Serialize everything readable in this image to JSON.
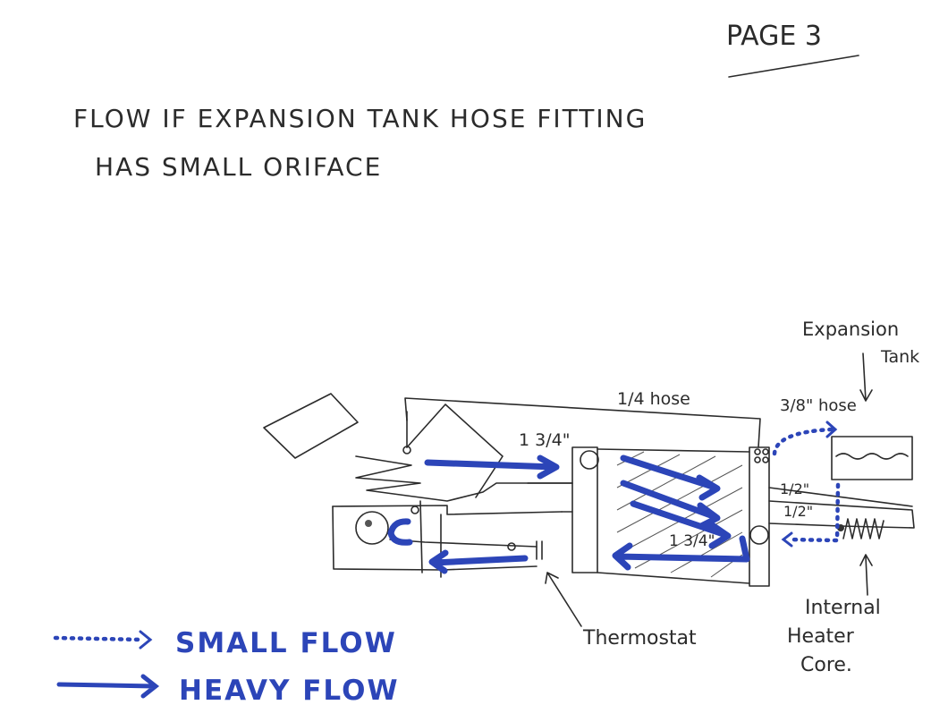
{
  "page_label": "PAGE 3",
  "title": {
    "line1": "FLOW IF EXPANSION TANK HOSE FITTING",
    "line2": "HAS SMALL ORIFACE"
  },
  "labels": {
    "expansion_tank_line1": "Expansion",
    "expansion_tank_line2": "Tank",
    "quarter_hose": "1/4 hose",
    "three_eighths_hose": "3/8\" hose",
    "one_three_quarter_top": "1 3/4\"",
    "one_three_quarter_bottom": "1 3/4\"",
    "half_top": "1/2\"",
    "half_bottom": "1/2\"",
    "thermostat": "Thermostat",
    "heater_line1": "Internal",
    "heater_line2": "Heater",
    "heater_line3": "Core."
  },
  "legend": {
    "small_flow": "SMALL FLOW",
    "heavy_flow": "HEAVY FLOW"
  },
  "colors": {
    "ink": "#2b2b2b",
    "flow_blue": "#2c45b8"
  }
}
